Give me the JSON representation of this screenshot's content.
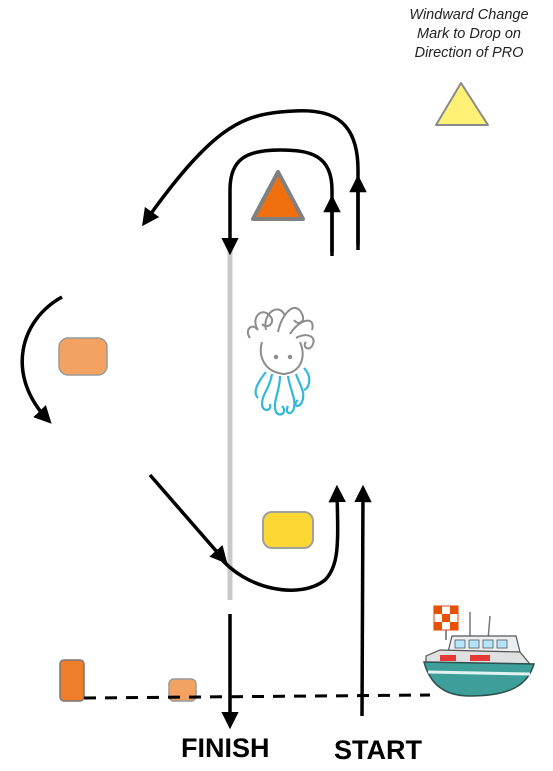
{
  "note": {
    "line1": "Windward Change",
    "line2": "Mark to Drop on",
    "line3": "Direction of PRO"
  },
  "labels": {
    "finish": "FINISH",
    "start": "START"
  },
  "colors": {
    "windward_mark": "#f07010",
    "change_mark": "#fff176",
    "offset_mark": "#f4a261",
    "leeward_mark": "#fdd835",
    "pin_mark": "#f07d2a",
    "finish_mark": "#f4a261",
    "centerline": "#c8c8c8",
    "arrows": "#000000",
    "hazard_icon": "#34b8d8"
  },
  "icons": {
    "hazard": "kraken-icon",
    "committee_boat": "committee-boat-icon",
    "flag": "checkered-flag-icon"
  }
}
